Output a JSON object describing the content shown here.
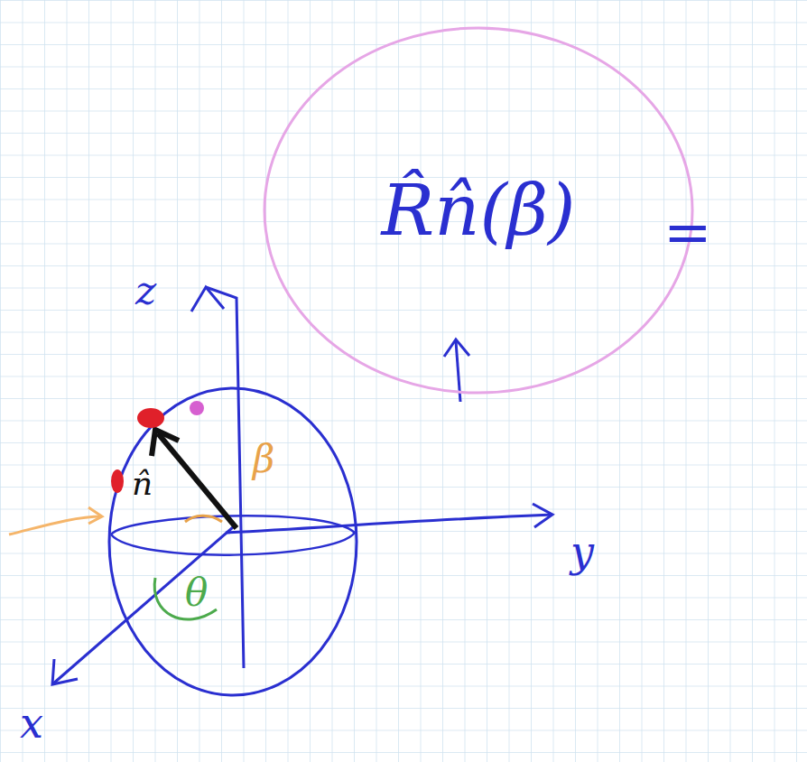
{
  "diagram": {
    "nodes": [
      {
        "text": [
          "R̂n̂(β)"
        ]
      }
    ],
    "labels": [
      "=",
      "z",
      "y",
      "x",
      "n̂",
      "β",
      "θ"
    ]
  }
}
